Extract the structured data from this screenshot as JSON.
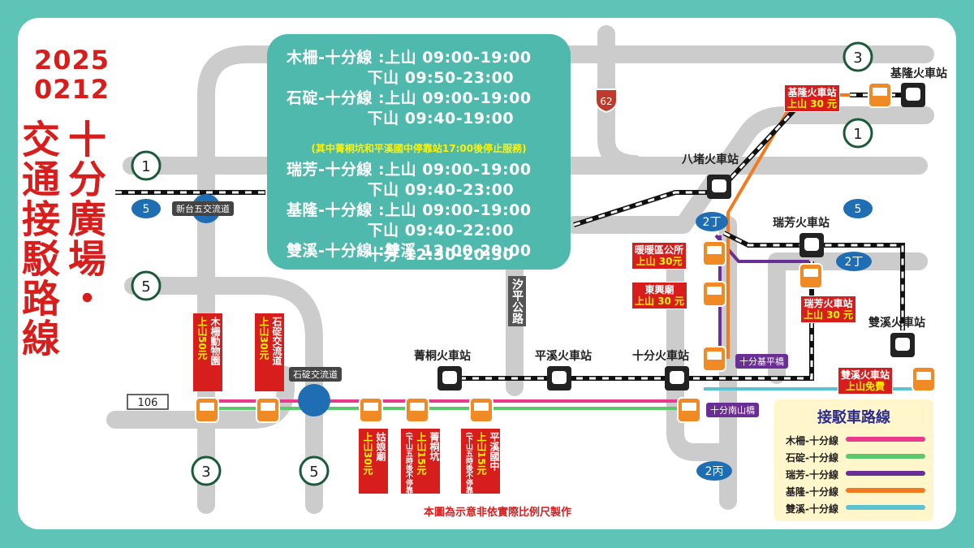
{
  "date": {
    "line1": "2025",
    "line2": "0212"
  },
  "title": {
    "line1": "十分廣場・",
    "line2": "交通接駁路線"
  },
  "schedule": {
    "rows": [
      "木柵-十分線 :上山 09:00-19:00",
      "              下山 09:50-23:00",
      "石碇-十分線 :上山 09:00-19:00",
      "              下山 09:40-19:00",
      "瑞芳-十分線 :上山 09:00-19:00",
      "              下山 09:40-23:00",
      "基隆-十分線 :上山 09:00-19:00",
      "              下山 09:40-22:00",
      "雙溪-十分線 :雙溪 12:00-20:00",
      "              十分 12:30-20:30"
    ],
    "note": "(其中菁桐坑和平溪國中停靠站17:00後停止服務)"
  },
  "routes": {
    "national_1": "1",
    "national_3": "3",
    "national_5": "5",
    "prov_2ding": "2丁",
    "prov_2bing": "2丙",
    "county_106": "106",
    "county_62": "62"
  },
  "interchanges": {
    "xintai_5": "新台五交流道",
    "shiding": "石碇交流道"
  },
  "roads": {
    "xiping": "汐平公路",
    "shifen_jiping": "十分基平橋",
    "shifen_nanshan": "十分南山橋"
  },
  "stations": {
    "keelung": "基隆火車站",
    "badu": "八堵火車站",
    "ruifang": "瑞芳火車站",
    "shuangxi": "雙溪火車站",
    "jingtong": "菁桐火車站",
    "pingxi": "平溪火車站",
    "shifen": "十分火車站"
  },
  "stops": {
    "keelung": {
      "name": "基隆火車站",
      "fare": "上山 30 元"
    },
    "nuannuan": {
      "name": "暖暖區公所",
      "fare": "上山 30元"
    },
    "dongxing": {
      "name": "東興廟",
      "fare": "上山 30 元"
    },
    "ruifang": {
      "name": "瑞芳火車站",
      "fare": "上山 30 元"
    },
    "shuangxi": {
      "name": "雙溪火車站",
      "fare": "上山免費"
    },
    "muzha": {
      "name": "木柵動物園",
      "fare": "上山50元"
    },
    "shiding": {
      "name": "石碇交流道",
      "fare": "上山30元"
    },
    "guniang": {
      "name": "姑娘廟",
      "fare": "上山30元"
    },
    "jingtongkeng": {
      "name": "菁桐坑",
      "fare": "上山15元",
      "note": "(下山五時後不停靠)"
    },
    "pingxi_junior": {
      "name": "平溪國中",
      "fare": "上山15元",
      "note": "(下山五時後不停靠)"
    }
  },
  "legend": {
    "title": "接駁車路線",
    "items": [
      {
        "label": "木柵-十分線",
        "color": "#e8398c"
      },
      {
        "label": "石碇-十分線",
        "color": "#5cc86e"
      },
      {
        "label": "瑞芳-十分線",
        "color": "#6a2f94"
      },
      {
        "label": "基隆-十分線",
        "color": "#f07b20"
      },
      {
        "label": "雙溪-十分線",
        "color": "#5ec3d0"
      }
    ]
  },
  "footnote": "本圖為示意非依實際比例尺製作",
  "colors": {
    "frame": "#5fc4b8",
    "panel": "#4fb9ae",
    "red": "#d81d1d",
    "road": "#c9c9c9",
    "bus": "#f08a24"
  }
}
